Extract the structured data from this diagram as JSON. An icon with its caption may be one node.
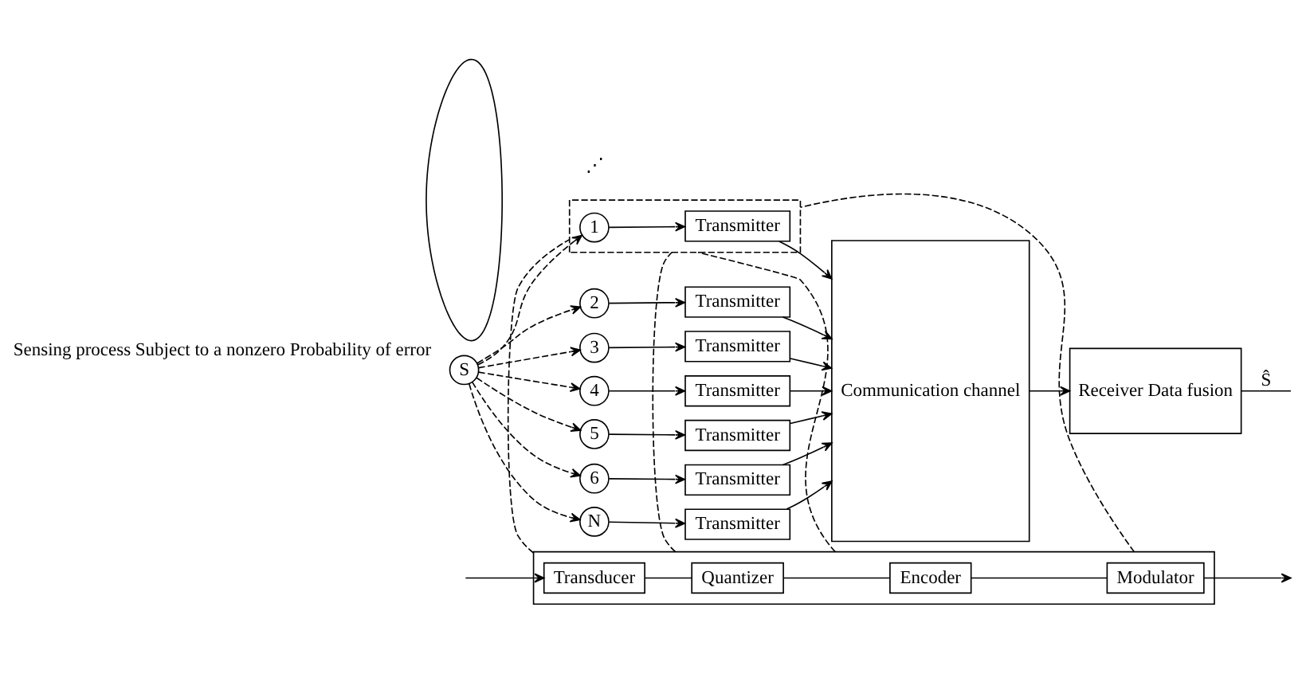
{
  "diagram": {
    "nodes": [
      {
        "text": [],
        "shape": "box"
      },
      {
        "text": [
          "Transducer"
        ],
        "in": 0
      },
      {
        "text": [
          "Quantizer"
        ],
        "in": 0
      },
      {
        "text": [
          "Encoder"
        ],
        "in": 0
      },
      {
        "text": [
          "Modulator"
        ],
        "in": 0
      },
      {
        "text": [],
        "shape": "box"
      },
      {
        "text": [
          "1"
        ],
        "in": 5
      },
      {
        "text": [
          "Transmitter"
        ],
        "in": 5
      },
      {
        "text": [
          "2"
        ]
      },
      {
        "text": [
          "Transmitter"
        ]
      },
      {
        "text": [
          "3"
        ]
      },
      {
        "text": [
          "Transmitter"
        ]
      },
      {
        "text": [
          "4"
        ]
      },
      {
        "text": [
          "Transmitter"
        ]
      },
      {
        "text": [
          "5"
        ]
      },
      {
        "text": [
          "Transmitter"
        ]
      },
      {
        "text": [
          "6"
        ]
      },
      {
        "text": [
          "Transmitter"
        ]
      },
      {
        "text": [
          "N"
        ]
      },
      {
        "text": [
          "Transmitter"
        ]
      },
      {
        "text": [
          "S"
        ]
      },
      {
        "text": [],
        "shape": "cloud",
        "beside": [
          "Sensing process Subject to a nonzero Probability of error"
        ]
      },
      {
        "text": [
          "Communication channel"
        ]
      },
      {
        "text": [
          "Receiver Data fusion"
        ]
      }
    ],
    "edges": [
      {
        "from": null,
        "to": 1,
        "arrow": "to"
      },
      {
        "from": 1,
        "to": 2,
        "arrow": "none"
      },
      {
        "from": 2,
        "to": 3,
        "arrow": "none"
      },
      {
        "from": 3,
        "to": 4,
        "arrow": "none"
      },
      {
        "from": 4,
        "to": null,
        "arrow": "to"
      },
      {
        "from": 0,
        "to": 5,
        "arrow": "none",
        "style": "dashed"
      },
      {
        "from": 0,
        "to": 5,
        "arrow": "none",
        "style": "dashed"
      },
      {
        "from": 0,
        "to": 5,
        "arrow": "none",
        "style": "dashed"
      },
      {
        "from": 0,
        "to": 5,
        "arrow": "none",
        "style": "dashed"
      },
      {
        "from": 20,
        "to": 6,
        "arrow": "to",
        "style": "dashed"
      },
      {
        "from": 20,
        "to": 8,
        "arrow": "to",
        "style": "dashed"
      },
      {
        "from": 20,
        "to": 10,
        "arrow": "to",
        "style": "dashed"
      },
      {
        "from": 20,
        "to": 12,
        "arrow": "to",
        "style": "dashed"
      },
      {
        "from": 20,
        "to": 14,
        "arrow": "to",
        "style": "dashed"
      },
      {
        "from": 20,
        "to": 16,
        "arrow": "to",
        "style": "dashed"
      },
      {
        "from": 20,
        "to": 18,
        "arrow": "to",
        "style": "dashed"
      },
      {
        "from": 6,
        "to": 7,
        "arrow": "to"
      },
      {
        "from": 8,
        "to": 9,
        "arrow": "to"
      },
      {
        "from": 10,
        "to": 11,
        "arrow": "to"
      },
      {
        "from": 12,
        "to": 13,
        "arrow": "to"
      },
      {
        "from": 14,
        "to": 15,
        "arrow": "to"
      },
      {
        "from": 16,
        "to": 17,
        "arrow": "to"
      },
      {
        "from": 18,
        "to": 19,
        "arrow": "to"
      },
      {
        "from": 7,
        "to": 22,
        "arrow": "to"
      },
      {
        "from": 9,
        "to": 22,
        "arrow": "to"
      },
      {
        "from": 11,
        "to": 22,
        "arrow": "to"
      },
      {
        "from": 13,
        "to": 22,
        "arrow": "to"
      },
      {
        "from": 15,
        "to": 22,
        "arrow": "to"
      },
      {
        "from": 17,
        "to": 22,
        "arrow": "to"
      },
      {
        "from": 19,
        "to": 22,
        "arrow": "to"
      },
      {
        "from": 22,
        "to": 23,
        "arrow": "to"
      },
      {
        "from": 23,
        "to": null,
        "arrow": "none",
        "label": "Ŝ"
      }
    ],
    "labels": [
      "⋰"
    ]
  }
}
